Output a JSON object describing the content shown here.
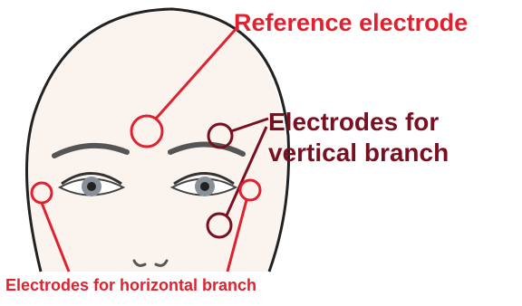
{
  "labels": {
    "reference": "Reference electrode",
    "vertical_line1": "Electrodes for",
    "vertical_line2": "vertical branch",
    "horizontal": "Electrodes for horizontal branch"
  },
  "colors": {
    "reference": "#e0212f",
    "vertical": "#7a0f22",
    "horizontal": "#e0212f",
    "outline": "#222222",
    "skin": "#fbf3ee"
  }
}
